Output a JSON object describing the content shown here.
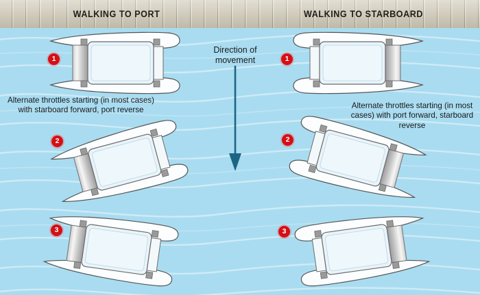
{
  "header": {
    "title_left": "WALKING TO PORT",
    "title_right": "WALKING TO STARBOARD"
  },
  "center": {
    "direction_label_line1": "Direction of",
    "direction_label_line2": "movement",
    "arrow_icon": "down-arrow-icon",
    "arrow_color": "#1c6684"
  },
  "captions": {
    "left": "Alternate throttles starting (in most cases) with starboard forward, port reverse",
    "right": "Alternate throttles starting (in most cases) with port forward, starboard reverse"
  },
  "columns": [
    {
      "side": "port",
      "steps": [
        {
          "number": "1",
          "rotation_deg": 0
        },
        {
          "number": "2",
          "rotation_deg": -15
        },
        {
          "number": "3",
          "rotation_deg": 8
        }
      ]
    },
    {
      "side": "starboard",
      "steps": [
        {
          "number": "1",
          "rotation_deg": 0
        },
        {
          "number": "2",
          "rotation_deg": 15
        },
        {
          "number": "3",
          "rotation_deg": -8
        }
      ]
    }
  ],
  "colors": {
    "water": "#a9dcf0",
    "wave_line": "#cfeaf7",
    "dock": "#d6d0c0",
    "dock_plank_line": "#7a7260",
    "badge_red": "#d40f16",
    "hull_fill": "#fbfdfe",
    "hull_stroke": "#5a5a5a",
    "deck_fill": "#e9f4fa",
    "cleat_fill": "#9a9a9a",
    "engine_panel_light": "#f4f4f4",
    "engine_panel_dark": "#a8a8a8"
  },
  "labels": {
    "boat": "catamaran-top-view",
    "badge": "step-number-badge"
  }
}
